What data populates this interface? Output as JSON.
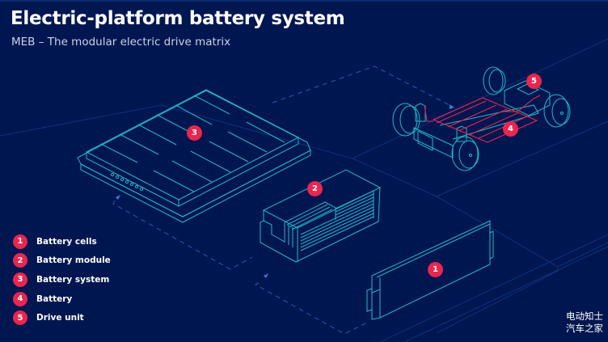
{
  "header": {
    "title": "Electric-platform battery system",
    "subtitle": "MEB – The modular electric drive matrix"
  },
  "legend": {
    "items": [
      {
        "number": "1",
        "label": "Battery cells"
      },
      {
        "number": "2",
        "label": "Battery module"
      },
      {
        "number": "3",
        "label": "Battery system"
      },
      {
        "number": "4",
        "label": "Battery"
      },
      {
        "number": "5",
        "label": "Drive unit"
      }
    ]
  },
  "markers": {
    "battery_cells": "1",
    "battery_module": "2",
    "battery_system": "3",
    "battery": "4",
    "drive_unit": "5"
  },
  "watermark": {
    "line1": "电动知士",
    "line2": "汽车之家"
  },
  "colors": {
    "background": "#001650",
    "line_art": "#22b8c8",
    "accent": "#e8264f",
    "dashed_path": "#2a5aa8"
  }
}
